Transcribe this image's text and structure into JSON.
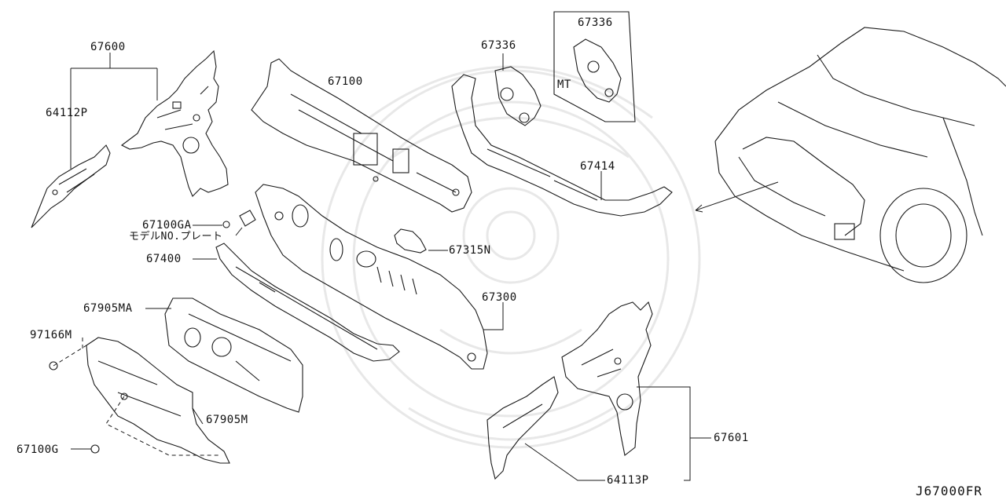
{
  "diagram": {
    "labels": {
      "p67600": "67600",
      "p64112P": "64112P",
      "p67100": "67100",
      "p67336a": "67336",
      "p67336b": "67336",
      "mt": "MT",
      "p67414": "67414",
      "p67100GA": "67100GA",
      "model_plate": "モデルNO.プレート",
      "p67315N": "67315N",
      "p67400": "67400",
      "p67300": "67300",
      "p67905MA": "67905MA",
      "p97166M": "97166M",
      "p67905M": "67905M",
      "p67100G": "67100G",
      "p67601": "67601",
      "p64113P": "64113P"
    },
    "diagram_code": "J67000FR"
  },
  "colors": {
    "line": "#1a1a1a",
    "watermark": "#e6e6e6",
    "background": "#ffffff"
  }
}
